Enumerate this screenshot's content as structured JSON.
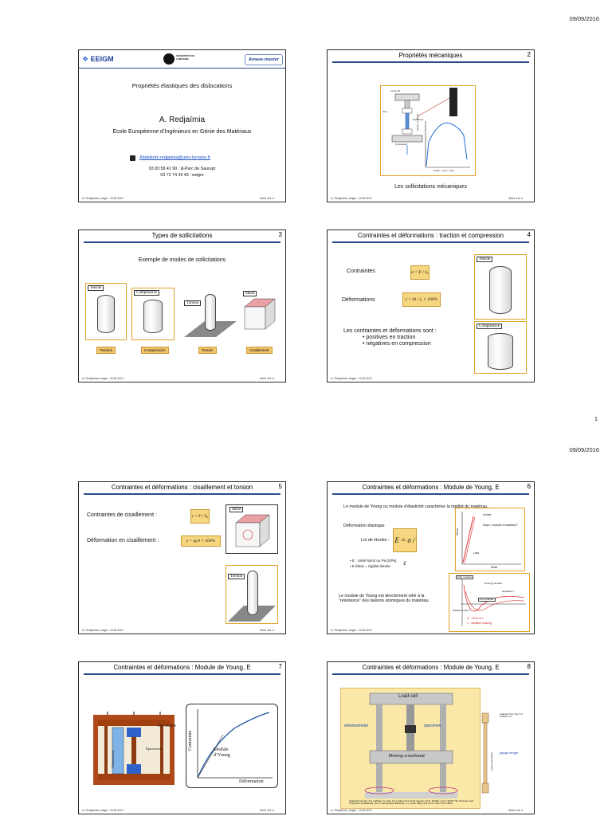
{
  "pages": [
    {
      "date": "09/09/2016",
      "number": "1"
    },
    {
      "date": "09/09/2016"
    }
  ],
  "footer": "A. Redjaïmia, eeigm : 2016-2017",
  "ref": "Mots 311-4",
  "slides": [
    {
      "num": "",
      "logos": {
        "eeigm": "EEIGM",
        "univ": "UNIVERSITÉ DE LORRAINE",
        "amase": "Amase-master"
      },
      "subtitle": "Propriétés élastiques des dislocations",
      "author": "A. Redjaïmia",
      "school": "Ecole Européenne d’Ingénieurs en Génie des Matériaux",
      "email": "Abdelkrim.redjaimia@univ-lorraine.fr",
      "phone1": "03 83 58 41 90 : ijl-Parc de Saurupt",
      "phone2": "03 72 74 39 43 : eeigm"
    },
    {
      "num": "2",
      "title": "Propriétés mécaniques",
      "caption": "Les sollicitations mécaniques",
      "labels": {
        "crosshead": "Load cell",
        "grip": "Grip",
        "specimen": "Specimen",
        "base": "Crosshead",
        "ylab": "Stress, σ (MPa)",
        "xlab": "Strain, ε (mm / mm)",
        "gauge": "Gauge length"
      }
    },
    {
      "num": "3",
      "title": "Types de sollicitations",
      "heading": "Exemple de modes de sollicitations",
      "boxes": [
        "Tensile",
        "Compressive",
        "Torsion",
        "Shear"
      ],
      "tags": [
        "Traction",
        "Compression",
        "Torsion",
        "Cisaillement"
      ]
    },
    {
      "num": "4",
      "title": "Contraintes et déformations : traction et compression",
      "l1": "Contraintes",
      "l2": "Déformations",
      "f1": "σ = F / S₀",
      "f2": "ε = Δl / l₀ × 100%",
      "l3": "Les contraintes et déformations sont :",
      "b1": "• positives en traction",
      "b2": "• négatives en compression",
      "boxes": [
        "Tensile",
        "Compressive"
      ]
    },
    {
      "num": "5",
      "title": "Contraintes et déformations : cisaillement et torsion",
      "l1": "Contraintes de cisaillement :",
      "l2": "Déformation en cisaillement :",
      "f1": "τ = F / S₀",
      "f2": "γ = tg θ × 100%",
      "boxes": [
        "Shear",
        "Torsion"
      ]
    },
    {
      "num": "6",
      "title": "Contraintes et déformations : Module de Young, E",
      "p1": "Le module de Young ou module d’élasticité caractérise la rigidité du matériau.",
      "p2": "Déformation élastique",
      "p3": "Loi de Hooke :",
      "formula": "E = σ / ε",
      "b1": "• E : Unité N/m2 ou Pa (GPa)",
      "b2": "• E élevé = rigidité élevée",
      "p4": "Le module de Young est directement relié à la \"résistance\" des liaisons atomiques du matériau.",
      "g1": {
        "unload": "Unload",
        "slope": "Slope = modulus of elasticity E",
        "load": "Load",
        "x": "Strain",
        "y": "Stress"
      },
      "g2": {
        "high": "High modulus",
        "low": "Low modulus",
        "strongly": "Strongly bonded",
        "weakly": "Weakly bonded",
        "sep": "separation r",
        "legend1": "E ~ dF/dr at r₀",
        "legend2": "r₀ : équilibre spacing"
      }
    },
    {
      "num": "7",
      "title": "Contraintes et déformations : Module de Young, E",
      "tete": "Tête mobile",
      "eprouvette": "Éprouvette",
      "extenso": "Extensomètre",
      "ylab": "Contrainte",
      "module": "Module d’Young",
      "xlab": "Déformation"
    },
    {
      "num": "8",
      "title": "Contraintes et déformations : Module de Young, E",
      "loadcell": "Load cell",
      "extenso": "extensometer",
      "specimen": "specimen",
      "cross": "Moving crosshead",
      "adapt": "Adapted from Fig. 6.3, Callister 7e. (Fig. 6.3 is taken from H.W. Hayden, W.G. Moffatt, and J. Wulff, The Structure and Properties of Materials, Vol. III, Mechanical Behavior, p. 2, John Wiley and Sons, New York, 1965.)",
      "adapt2": "Adapted from Fig. 6.2, Callister 7e.",
      "gauge": "gauge length",
      "typical": "Typical specimen"
    }
  ]
}
